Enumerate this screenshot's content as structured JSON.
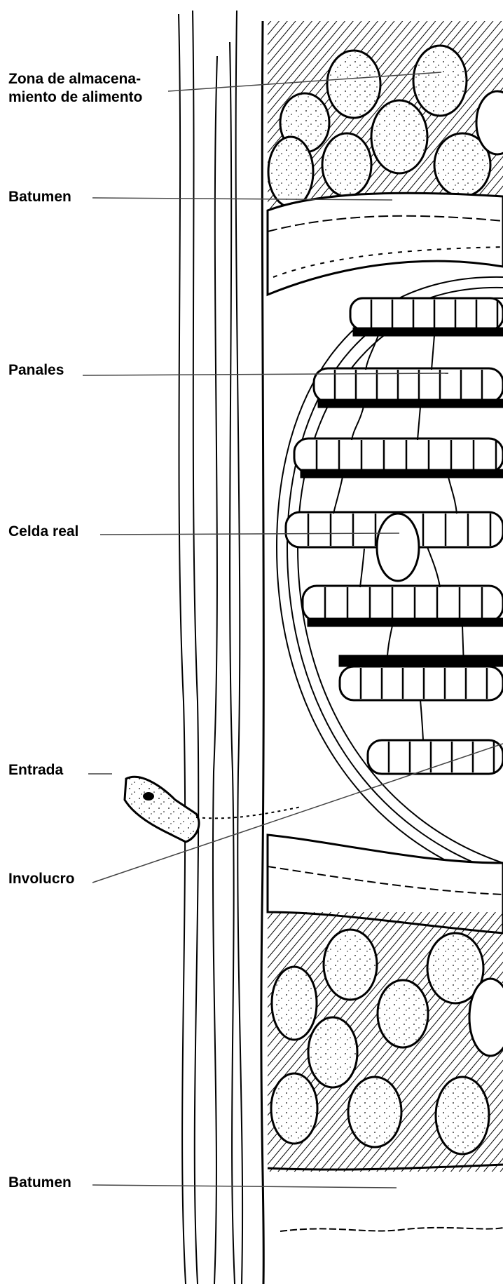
{
  "labels": {
    "food_storage_line1": "Zona de almacena-",
    "food_storage_line2": "miento de alimento",
    "batumen_top": "Batumen",
    "panales": "Panales",
    "celda_real": "Celda real",
    "entrada": "Entrada",
    "involucro": "Involucro",
    "batumen_bottom": "Batumen"
  },
  "colors": {
    "ink": "#000000",
    "paper": "#ffffff",
    "leader": "#444444"
  }
}
